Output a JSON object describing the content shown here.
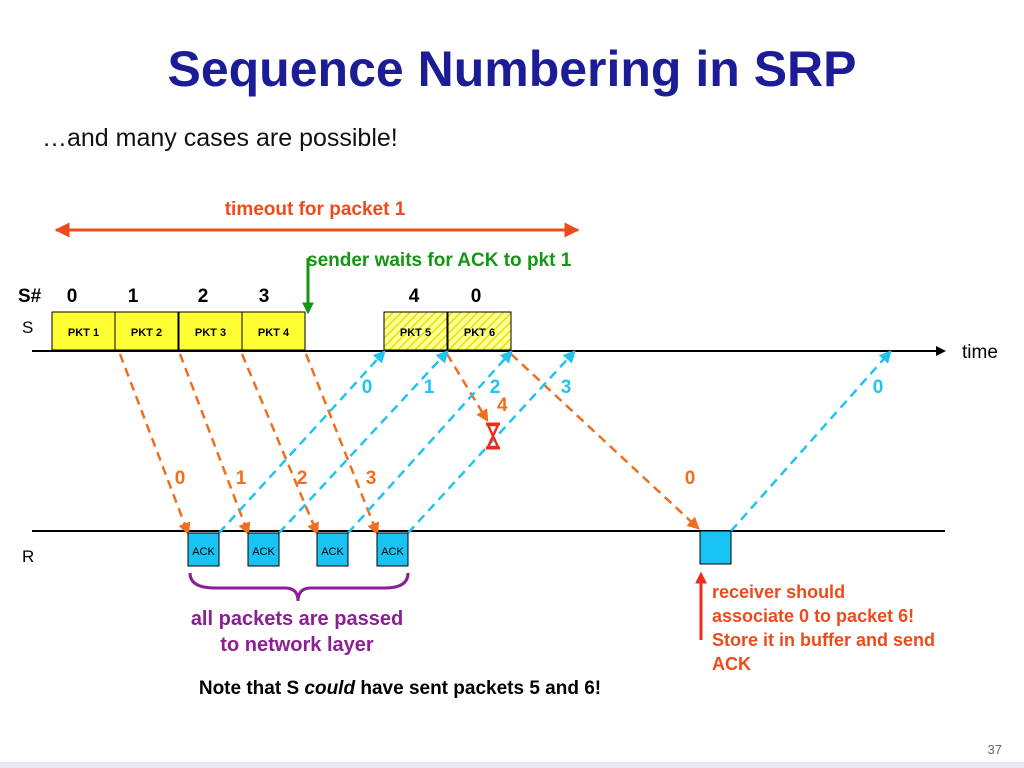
{
  "title": "Sequence Numbering in SRP",
  "subtitle": "…and many cases are possible!",
  "page_number": "37",
  "colors": {
    "title": "#1c1c96",
    "sender_to_receiver": "#ee6f1f",
    "ack": "#1fc4f0",
    "packet_fill": "#ffff33",
    "ack_fill": "#19c3f3",
    "timeout": "#ee4b1c",
    "sender_waits": "#149614",
    "passed_brace": "#8c1e96",
    "receiver_note": "#ee4b1c"
  },
  "labels": {
    "timeout": "timeout for packet 1",
    "sender_waits": "sender waits for ACK to pkt 1",
    "sender_axis": "S",
    "receiver_axis": "R",
    "time": "time",
    "seq_header": "S#",
    "passed_line1": "all packets are passed",
    "passed_line2": "to network layer",
    "receiver_note": [
      "receiver should",
      "associate 0 to packet 6!",
      "Store it in buffer and send",
      "ACK"
    ],
    "note_prefix": "Note that S ",
    "note_italic": "could",
    "note_suffix": " have sent packets  5 and  6!"
  },
  "seq_numbers": [
    "0",
    "1",
    "2",
    "3",
    "4",
    "0"
  ],
  "packets": [
    "PKT  1",
    "PKT 2",
    "PKT 3",
    "PKT 4",
    "PKT 5",
    "PKT 6"
  ],
  "ack_label": "ACK",
  "ack_boxes": [
    "ACK",
    "ACK",
    "ACK",
    "ACK"
  ],
  "down_arrow_seq": [
    "0",
    "1",
    "2",
    "3",
    "0"
  ],
  "ack_seq": [
    "0",
    "1",
    "2",
    "3",
    "0"
  ],
  "lost_packet_seq": "4",
  "lost_marker_icon": "hourglass-icon"
}
